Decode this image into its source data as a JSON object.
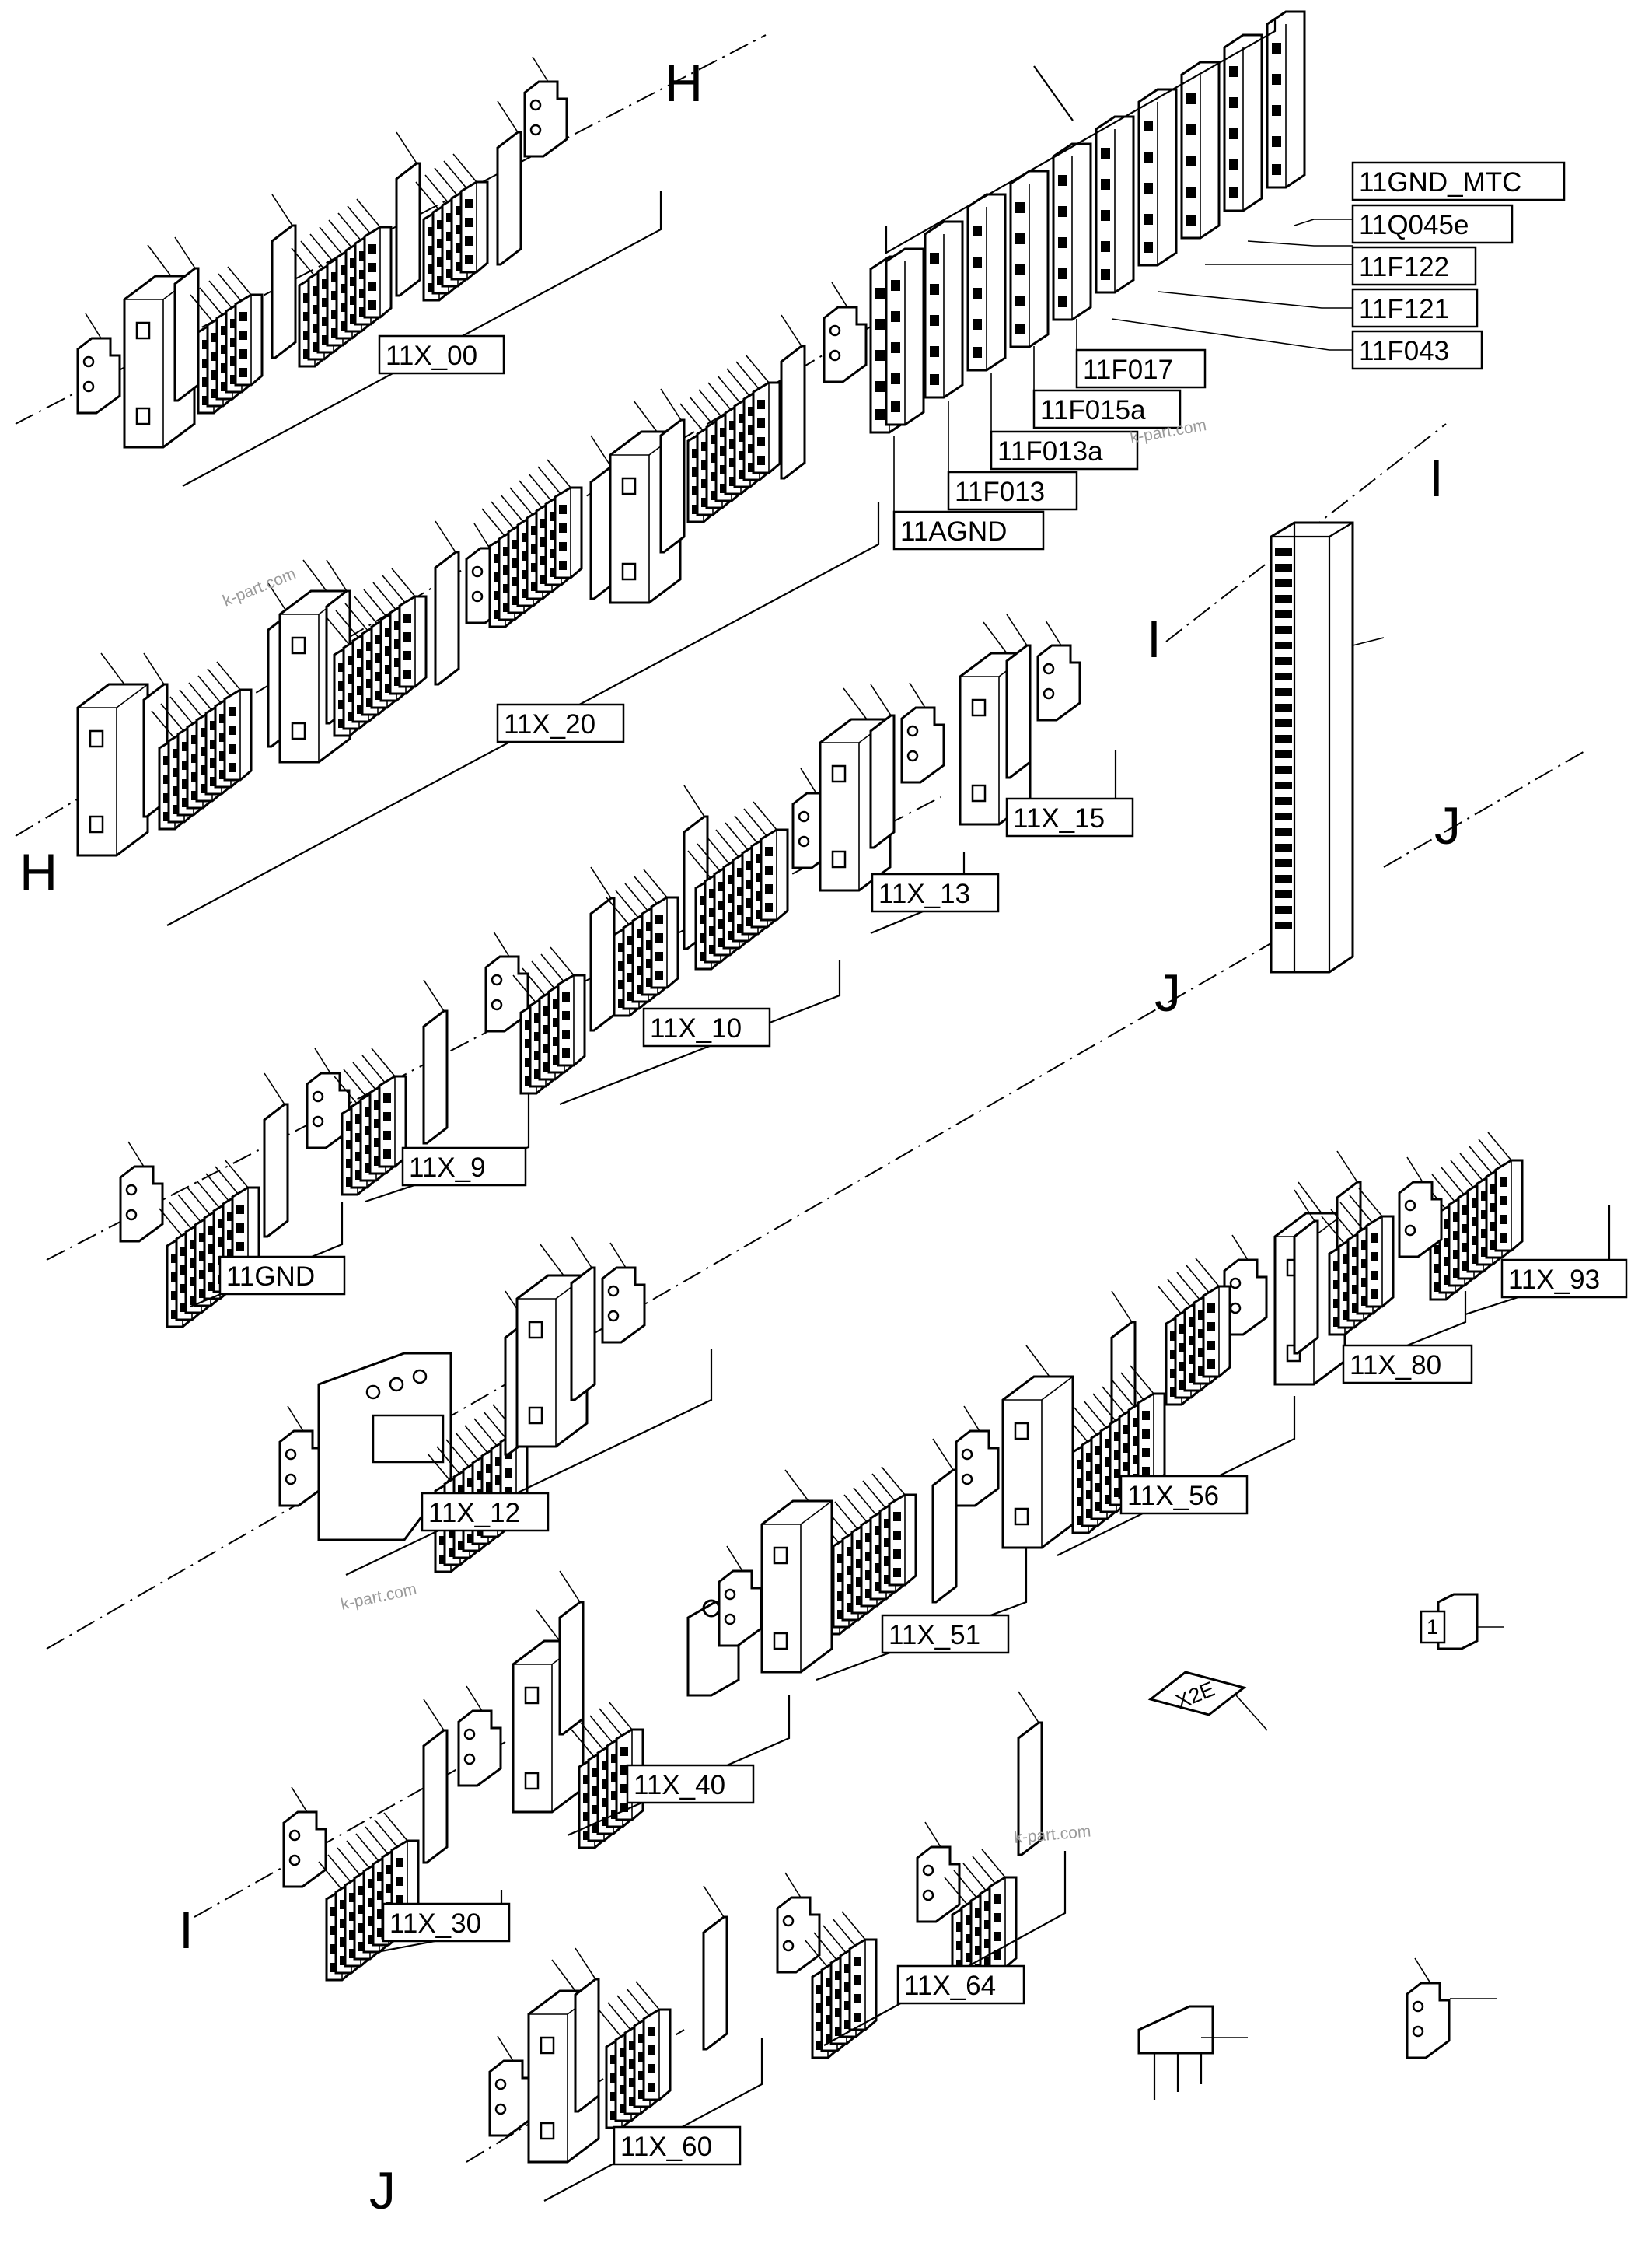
{
  "section_markers": [
    "H",
    "H",
    "I",
    "I",
    "I",
    "J",
    "J",
    "J"
  ],
  "terminal_groups": [
    "11X_00",
    "11X_20",
    "11X_15",
    "11X_13",
    "11X_10",
    "11X_9",
    "11GND",
    "11X_12",
    "11X_93",
    "11X_80",
    "11X_56",
    "11X_51",
    "11X_40",
    "11X_30",
    "11X_64",
    "11X_60"
  ],
  "fuse_labels_right": [
    "11GND_MTC",
    "11Q045e",
    "11F122",
    "11F121",
    "11F043"
  ],
  "fuse_labels_stair": [
    "11F017",
    "11F015a",
    "11F013a",
    "11F013",
    "11AGND"
  ],
  "loose_parts": {
    "plate_number": "1",
    "marker_tag": "X2E"
  },
  "watermark": "k-part.com"
}
